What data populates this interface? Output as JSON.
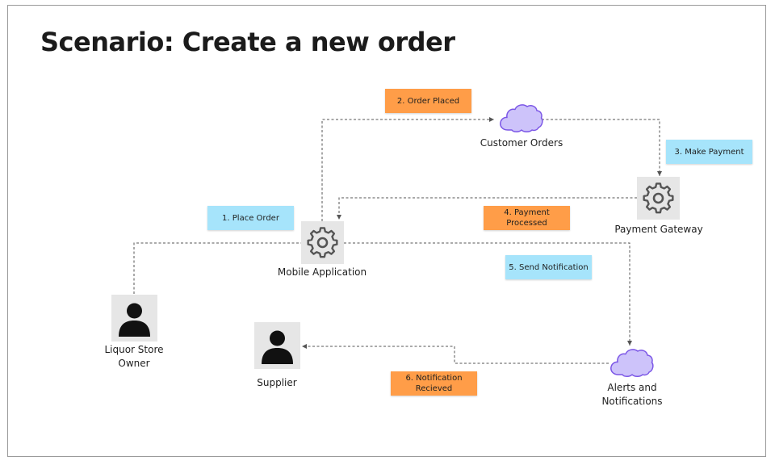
{
  "title": "Scenario: Create a new order",
  "nodes": {
    "mobile_app": {
      "label": "Mobile Application",
      "icon": "gear-icon"
    },
    "customer_orders": {
      "label": "Customer Orders",
      "icon": "cloud-icon"
    },
    "payment_gateway": {
      "label": "Payment Gateway",
      "icon": "gear-icon"
    },
    "liquor_store_owner": {
      "label_line1": "Liquor Store",
      "label_line2": "Owner",
      "icon": "user-icon"
    },
    "supplier": {
      "label": "Supplier",
      "icon": "user-icon"
    },
    "alerts": {
      "label_line1": "Alerts and",
      "label_line2": "Notifications",
      "icon": "cloud-icon"
    }
  },
  "steps": [
    {
      "label": "1. Place Order",
      "color": "#a6e4fb"
    },
    {
      "label": "2. Order Placed",
      "color": "#ff9d48"
    },
    {
      "label": "3. Make Payment",
      "color": "#a6e4fb"
    },
    {
      "label_line1": "4. Payment",
      "label_line2": "Processed",
      "color": "#ff9d48"
    },
    {
      "label": "5. Send Notification",
      "color": "#a6e4fb"
    },
    {
      "label_line1": "6. Notification",
      "label_line2": "Recieved",
      "color": "#ff9d48"
    }
  ],
  "colors": {
    "cloud_fill": "#cdc3fa",
    "cloud_stroke": "#7b56e6",
    "tile_bg": "#e6e6e6",
    "connector": "#555555"
  }
}
